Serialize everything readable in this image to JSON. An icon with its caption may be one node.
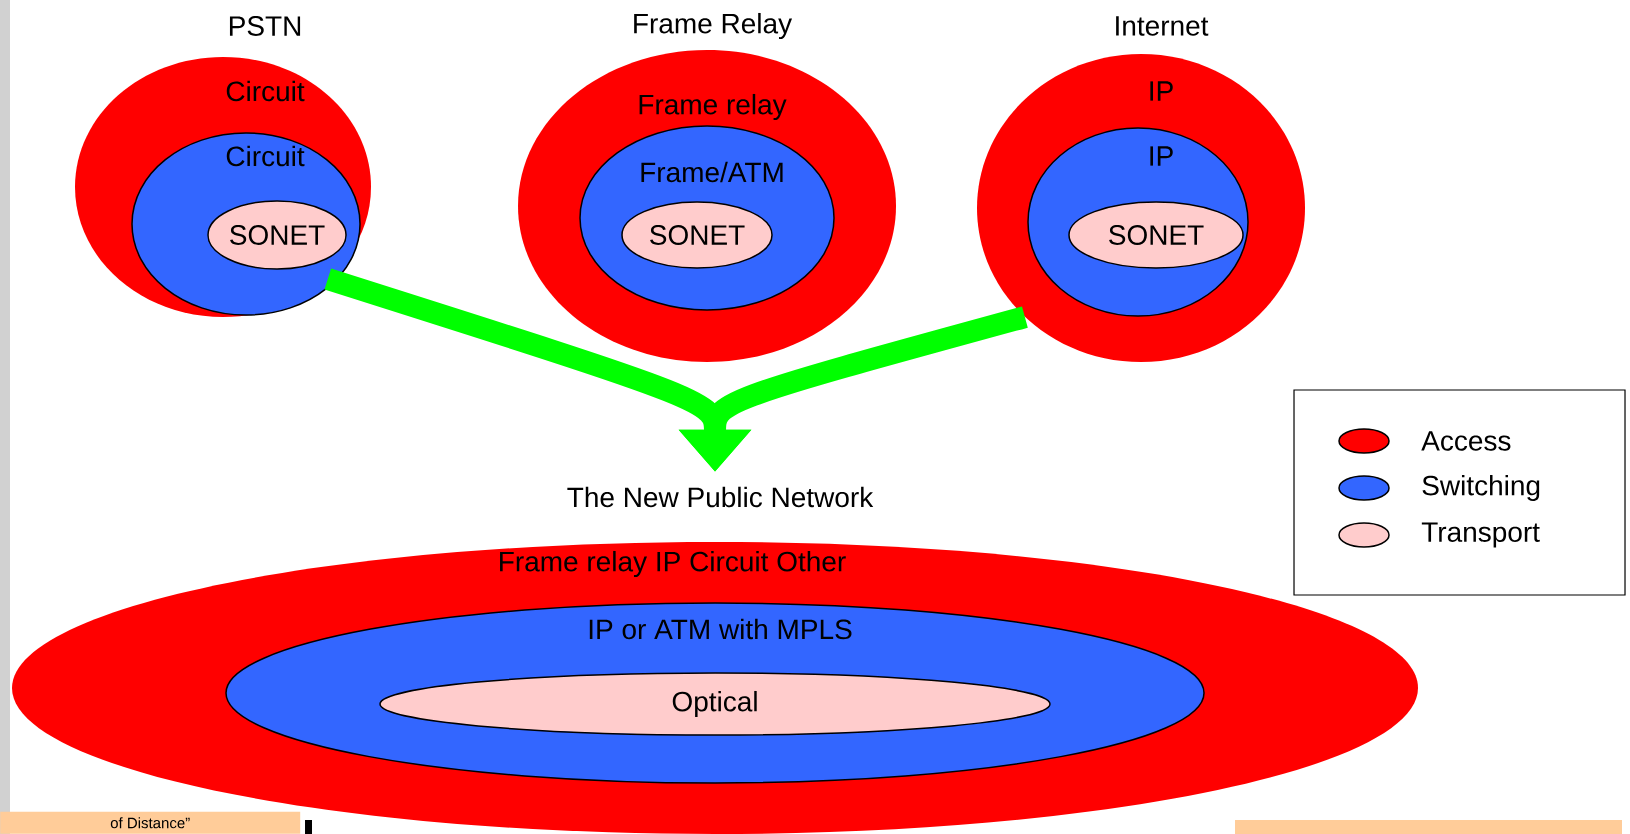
{
  "diagram": {
    "nodes": [
      {
        "text": [
          "PSTN",
          "Circuit"
        ]
      },
      {
        "text": [
          "Circuit"
        ],
        "in": 0
      },
      {
        "text": [
          "SONET"
        ],
        "in": 1
      },
      {
        "text": [
          "Frame Relay",
          "Frame relay"
        ]
      },
      {
        "text": [
          "Frame/ATM"
        ],
        "in": 3
      },
      {
        "text": [
          "SONET"
        ],
        "in": 4
      },
      {
        "text": [
          "Internet",
          "IP"
        ]
      },
      {
        "text": [
          "IP"
        ],
        "in": 6
      },
      {
        "text": [
          "SONET"
        ],
        "in": 7
      },
      {
        "text": [
          "The New Public Network",
          "Frame relay IP Circuit Other"
        ]
      },
      {
        "text": [
          "IP or ATM with MPLS"
        ],
        "in": 9
      },
      {
        "text": [
          "Optical"
        ],
        "in": 10
      }
    ],
    "edges": [
      {
        "from": 0,
        "to": 9,
        "arrow": "to"
      },
      {
        "from": 6,
        "to": 9,
        "arrow": "to"
      }
    ],
    "labels": [
      "of Distance”"
    ],
    "legend": [
      {
        "text": "Access",
        "color": "#ff0000"
      },
      {
        "text": "Switching",
        "color": "#3366ff"
      },
      {
        "text": "Transport",
        "color": "#ffcccc"
      }
    ]
  }
}
